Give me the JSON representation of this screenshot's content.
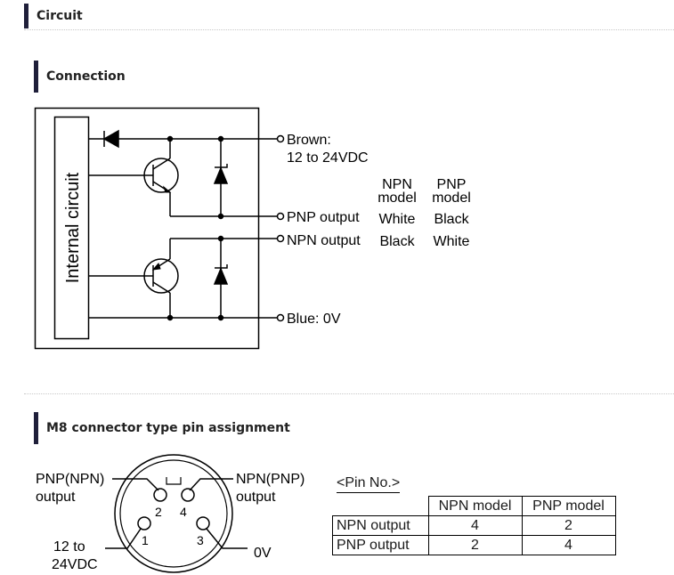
{
  "sections": {
    "circuit": "Circuit",
    "connection": "Connection",
    "pin_assignment": "M8 connector type pin assignment"
  },
  "wiring": {
    "internal_circuit": "Internal circuit",
    "brown_line1": "Brown:",
    "brown_line2": "12 to 24VDC",
    "pnp_output": "PNP output",
    "npn_output": "NPN output",
    "blue": "Blue: 0V",
    "col_npn_1": "NPN",
    "col_npn_2": "model",
    "col_pnp_1": "PNP",
    "col_pnp_2": "model",
    "pnp_row_npn": "White",
    "pnp_row_pnp": "Black",
    "npn_row_npn": "Black",
    "npn_row_pnp": "White"
  },
  "connector": {
    "label_tl_1": "PNP(NPN)",
    "label_tl_2": "output",
    "label_tr_1": "NPN(PNP)",
    "label_tr_2": "output",
    "label_bl_1": "12 to",
    "label_bl_2": "24VDC",
    "label_br": "0V",
    "pin1": "1",
    "pin2": "2",
    "pin3": "3",
    "pin4": "4"
  },
  "pin_table": {
    "caption": "<Pin No.>",
    "headers": [
      "NPN model",
      "PNP model"
    ],
    "rows": [
      {
        "label": "NPN output",
        "npn": "4",
        "pnp": "2"
      },
      {
        "label": "PNP output",
        "npn": "2",
        "pnp": "4"
      }
    ]
  }
}
